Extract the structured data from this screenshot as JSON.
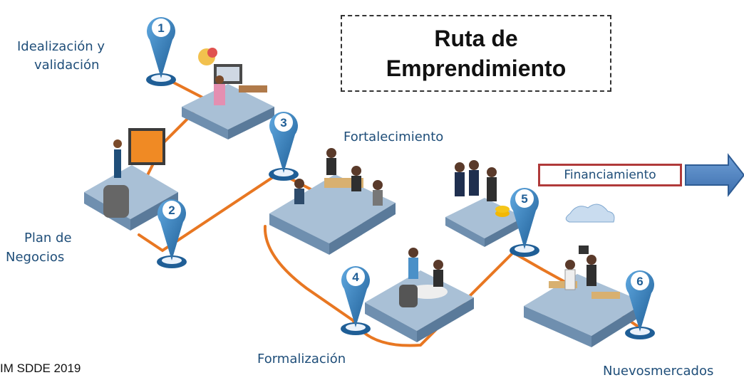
{
  "diagram": {
    "title_line1": "Ruta de",
    "title_line2": "Emprendimiento",
    "stages": [
      {
        "number": "1",
        "label_line1": "Idealización  y",
        "label_line2": "validación"
      },
      {
        "number": "2",
        "label_line1": "Plan de",
        "label_line2": "Negocios"
      },
      {
        "number": "3",
        "label_line1": "Fortalecimiento"
      },
      {
        "number": "4",
        "label_line1": "Formalización"
      },
      {
        "number": "5",
        "label_line1": "Financiamiento"
      },
      {
        "number": "6",
        "label_line1": "Nuevosmercados"
      }
    ],
    "footer": "IM SDDE 2019",
    "colors": {
      "pin": "#3a86c8",
      "pin_dark": "#1f5e96",
      "path": "#e87722",
      "platform": "#9fb7cf",
      "label": "#1f4e79",
      "highlight_border": "#b03a3a",
      "arrow": "#4a7fc1"
    }
  }
}
